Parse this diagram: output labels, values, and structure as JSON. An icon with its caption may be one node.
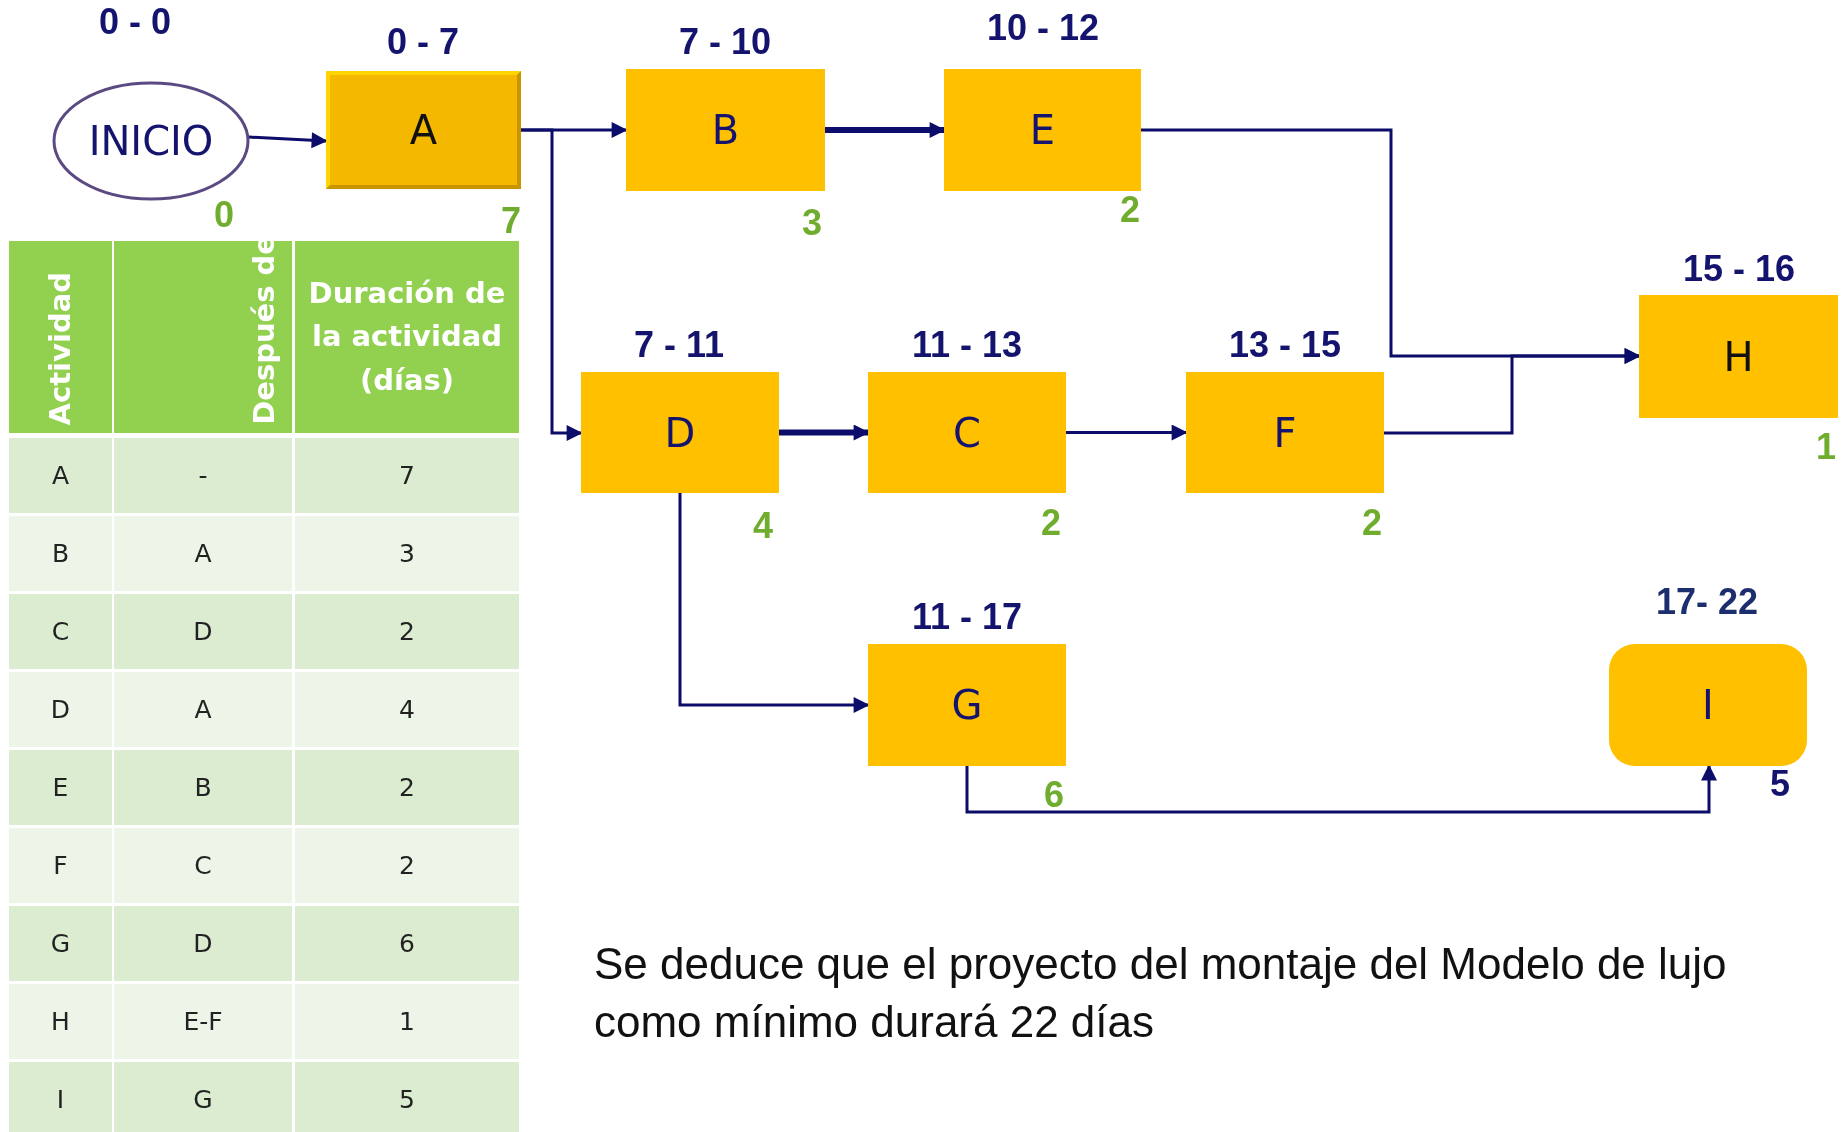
{
  "diagram": {
    "nodes": [
      {
        "text": [
          "INICIO"
        ],
        "beside": [
          "0 - 0",
          "0"
        ]
      },
      {
        "text": [
          "A"
        ],
        "beside": [
          "0 - 7",
          "7"
        ]
      },
      {
        "text": [
          "B"
        ],
        "beside": [
          "7 - 10",
          "3"
        ]
      },
      {
        "text": [
          "E"
        ],
        "beside": [
          "10 - 12",
          "2"
        ]
      },
      {
        "text": [
          "H"
        ],
        "beside": [
          "15 - 16",
          "1"
        ]
      },
      {
        "text": [
          "D"
        ],
        "beside": [
          "7 - 11",
          "4"
        ]
      },
      {
        "text": [
          "C"
        ],
        "beside": [
          "11 - 13",
          "2"
        ]
      },
      {
        "text": [
          "F"
        ],
        "beside": [
          "13 - 15",
          "2"
        ]
      },
      {
        "text": [
          "G"
        ],
        "beside": [
          "11 - 17",
          "6"
        ]
      },
      {
        "text": [
          "I"
        ],
        "beside": [
          "17- 22",
          "5"
        ]
      }
    ],
    "edges": [
      {
        "from": 0,
        "to": 1,
        "arrow": "to"
      },
      {
        "from": 1,
        "to": 2,
        "arrow": "to"
      },
      {
        "from": 1,
        "to": 5,
        "arrow": "to"
      },
      {
        "from": 2,
        "to": 3,
        "arrow": "to",
        "style": "thick"
      },
      {
        "from": 5,
        "to": 6,
        "arrow": "to",
        "style": "thick"
      },
      {
        "from": 6,
        "to": 7,
        "arrow": "to"
      },
      {
        "from": 5,
        "to": 8,
        "arrow": "to"
      },
      {
        "from": 3,
        "to": 4,
        "arrow": "to"
      },
      {
        "from": 7,
        "to": 4,
        "arrow": "to"
      },
      {
        "from": 8,
        "to": 9,
        "arrow": "to"
      }
    ],
    "labels": [
      "Actividad",
      "Después de",
      "Duración de la actividad (días)",
      "A",
      "-",
      "7",
      "B",
      "A",
      "3",
      "C",
      "D",
      "2",
      "D",
      "A",
      "4",
      "E",
      "B",
      "2",
      "F",
      "C",
      "2",
      "G",
      "D",
      "6",
      "H",
      "E-F",
      "1",
      "I",
      "G",
      "5",
      "Se deduce que el proyecto del montaje del Modelo de lujo como mínimo durará 22 días"
    ]
  }
}
